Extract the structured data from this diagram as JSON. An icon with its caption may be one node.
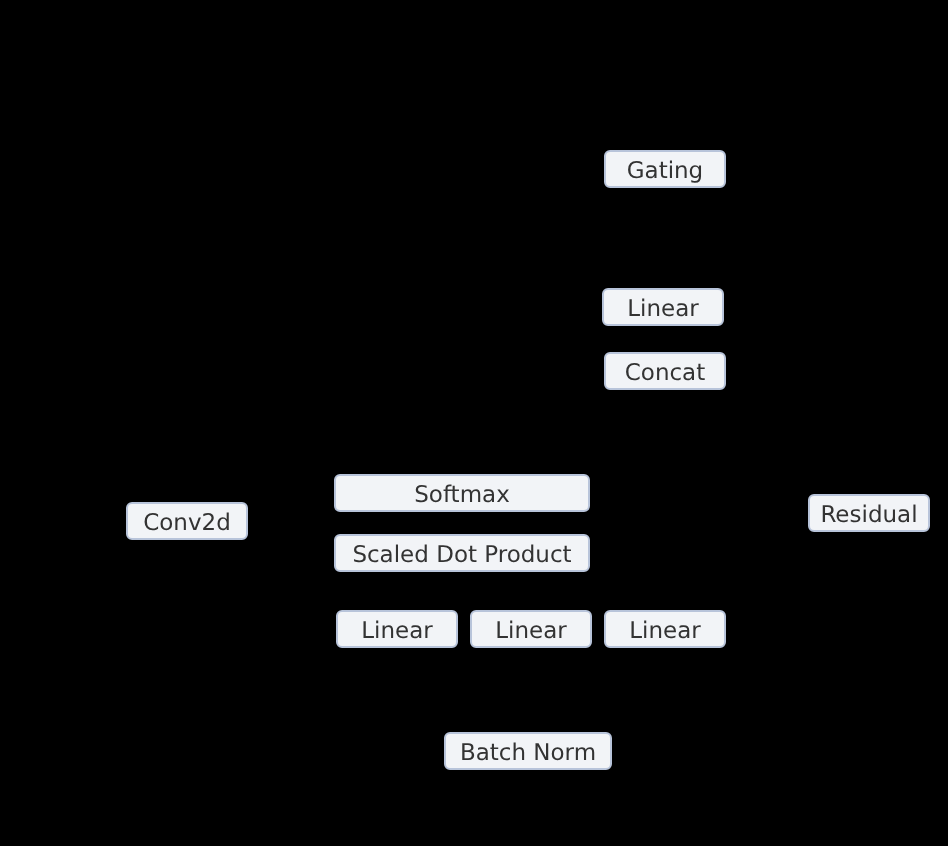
{
  "diagram": {
    "nodes": [
      {
        "text": [
          "Gating"
        ]
      },
      {
        "text": [
          "Linear"
        ]
      },
      {
        "text": [
          "Concat"
        ]
      },
      {
        "text": [
          "Softmax"
        ]
      },
      {
        "text": [
          "Residual"
        ]
      },
      {
        "text": [
          "Conv2d"
        ]
      },
      {
        "text": [
          "Scaled Dot Product"
        ]
      },
      {
        "text": [
          "Linear"
        ]
      },
      {
        "text": [
          "Linear"
        ]
      },
      {
        "text": [
          "Linear"
        ]
      },
      {
        "text": [
          "Batch Norm"
        ]
      }
    ]
  }
}
